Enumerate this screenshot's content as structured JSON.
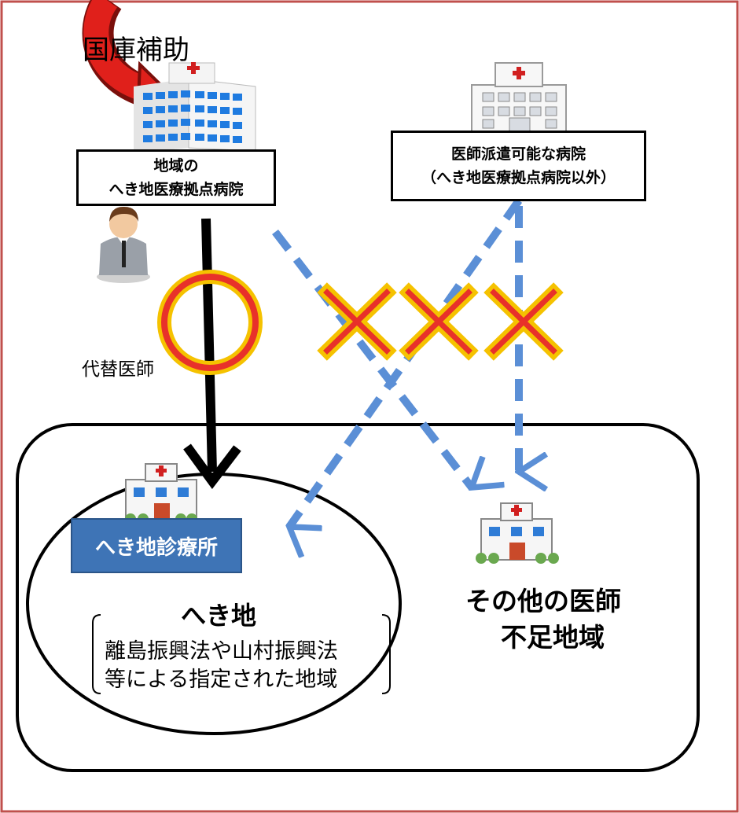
{
  "subsidy_label": "国庫補助",
  "hub_hospital": {
    "line1": "地域の",
    "line2": "へき地医療拠点病院"
  },
  "other_hospital": {
    "line1": "医師派遣可能な病院",
    "line2": "（へき地医療拠点病院以外）"
  },
  "substitute_doctor_label": "代替医師",
  "clinic_label": "へき地診療所",
  "remote_area": {
    "title": "へき地",
    "desc_line1": "離島振興法や山村振興法",
    "desc_line2": "等による指定された地域"
  },
  "other_area": {
    "line1": "その他の医師",
    "line2": "不足地域"
  },
  "allowed_mark": "○",
  "not_allowed_mark": "×",
  "colors": {
    "frame": "#c0504d",
    "subsidy_arrow": "#e0201b",
    "dashed_arrow": "#5b8fd6",
    "mark_outline": "#f5c200",
    "mark_fill": "#e8312a",
    "clinic_box": "#3e74b6"
  }
}
